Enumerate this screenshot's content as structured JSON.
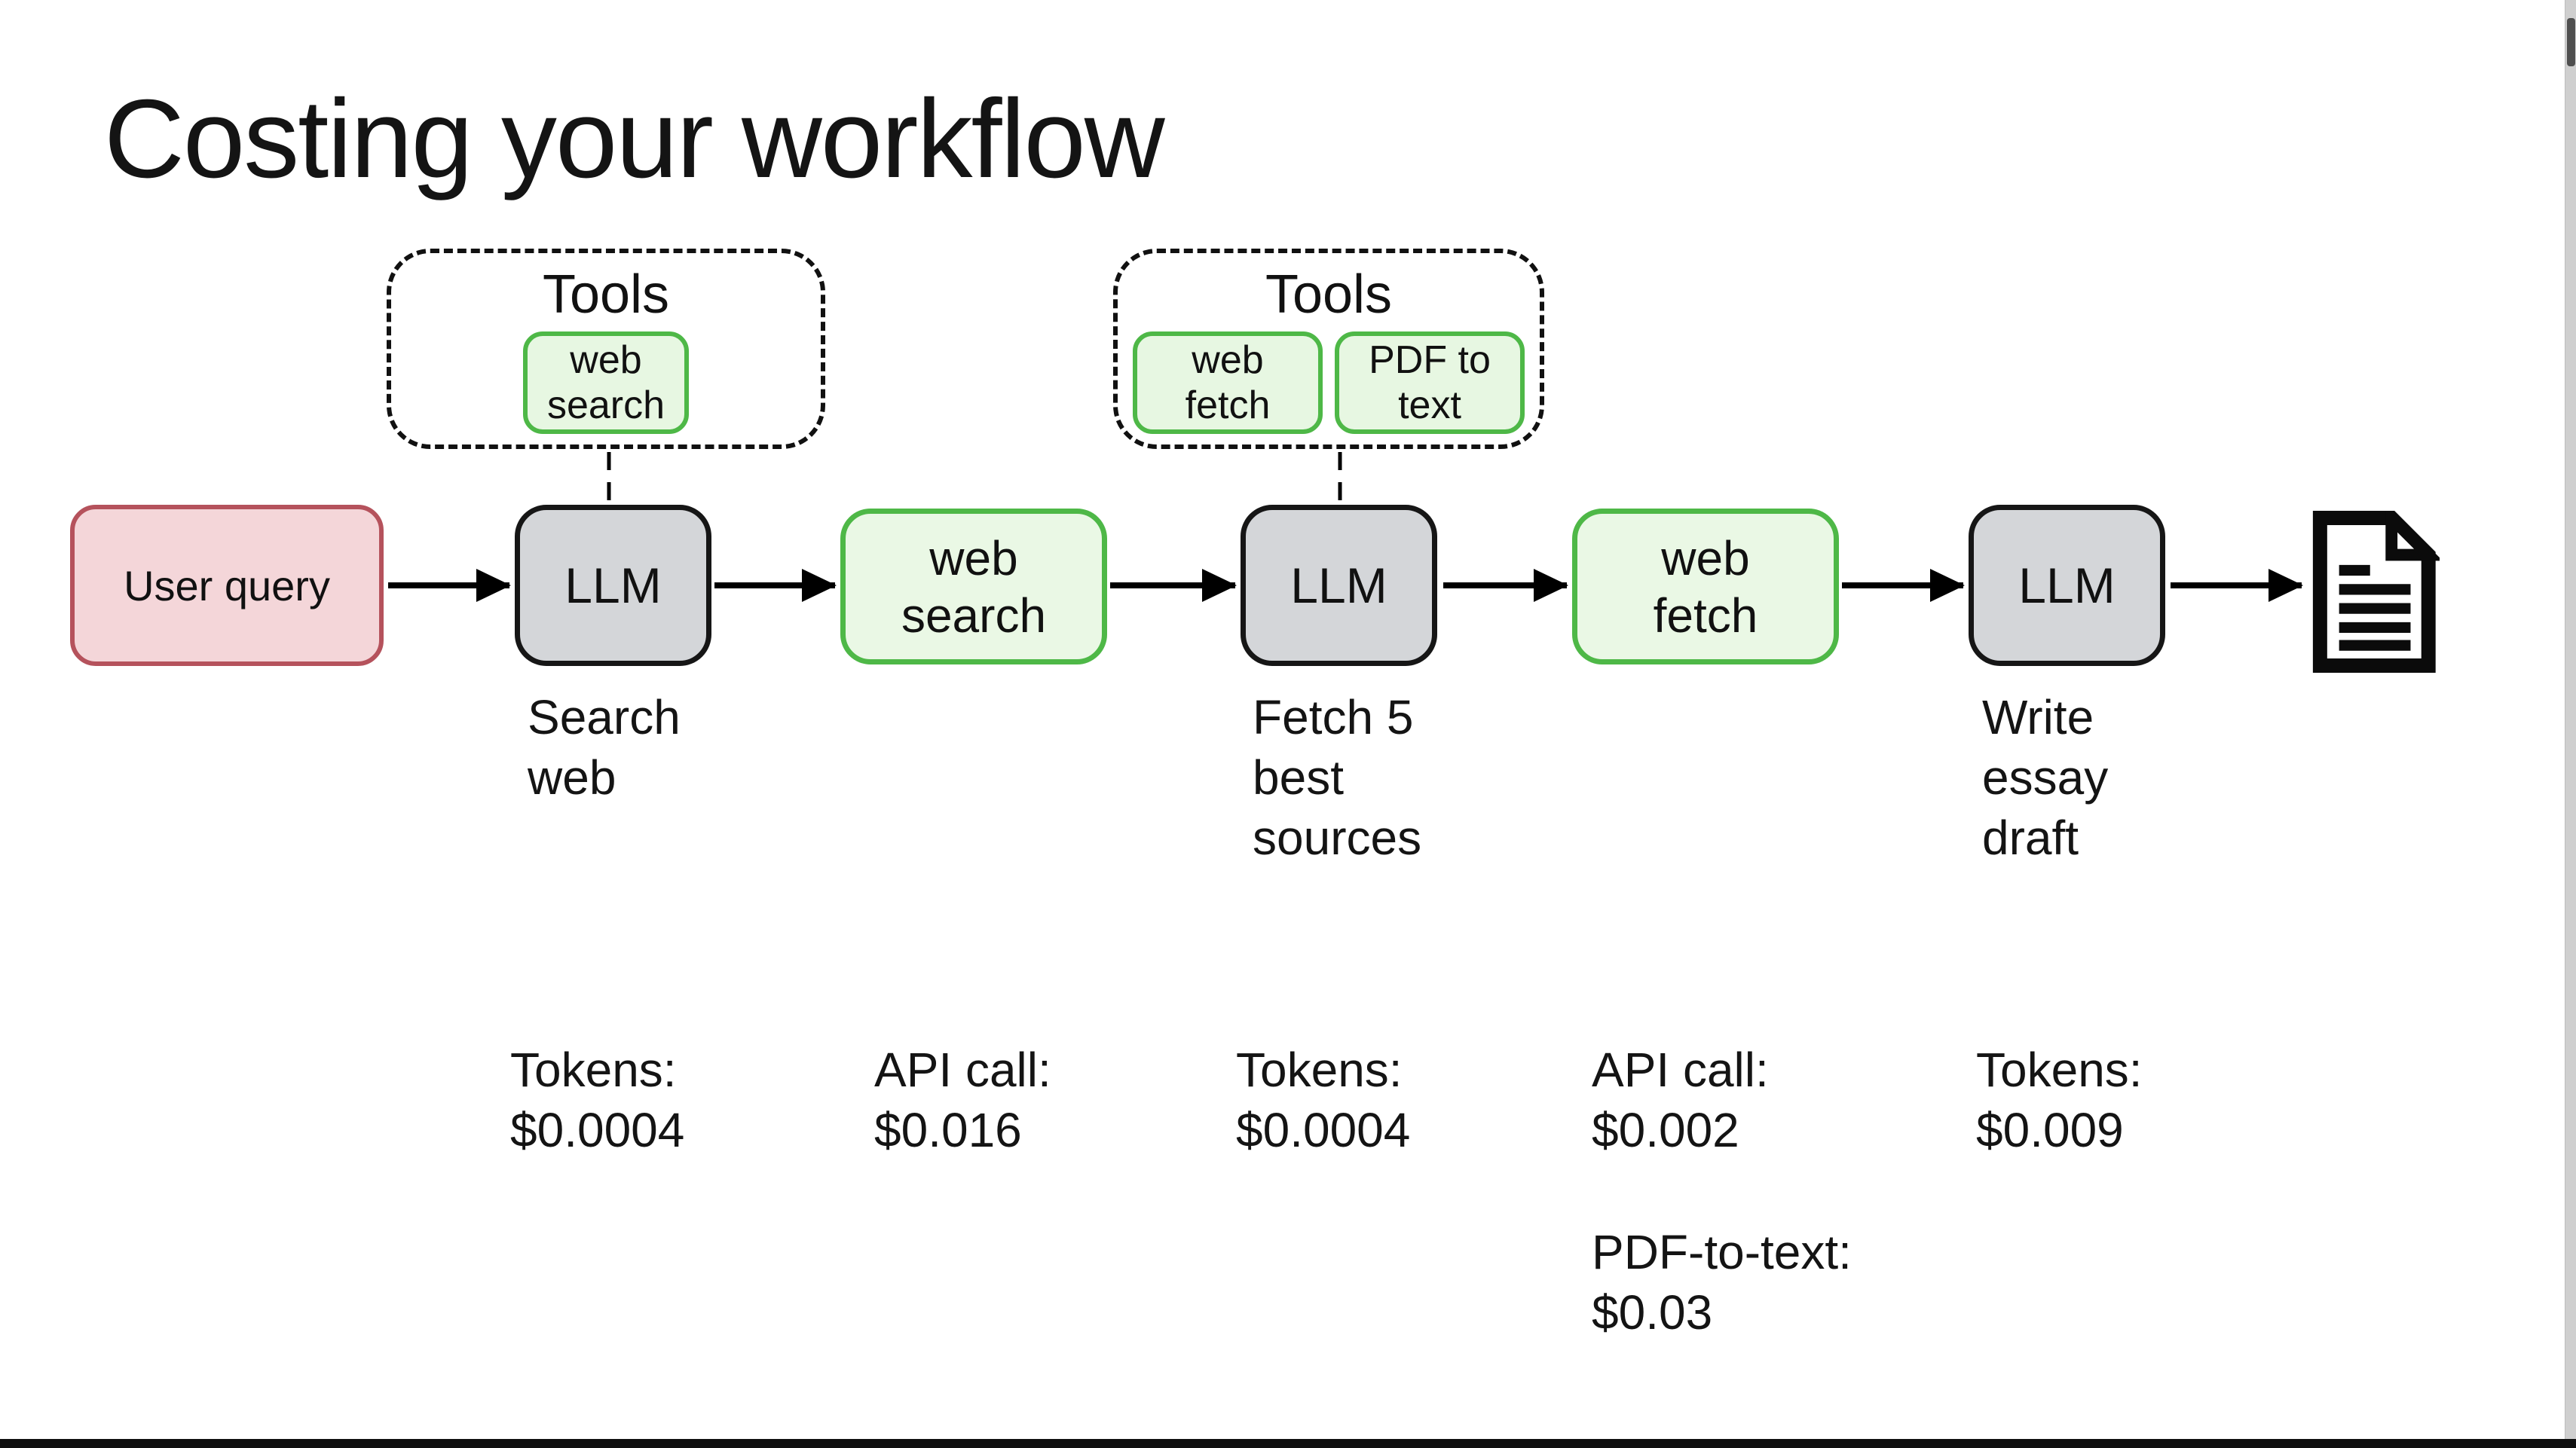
{
  "title": "Costing your workflow",
  "tool_groups": [
    {
      "label": "Tools",
      "tools": [
        {
          "name": "web\nsearch"
        }
      ]
    },
    {
      "label": "Tools",
      "tools": [
        {
          "name": "web\nfetch"
        },
        {
          "name": "PDF to\ntext"
        }
      ]
    }
  ],
  "nodes": {
    "user_query": {
      "label": "User query"
    },
    "llm1": {
      "label": "LLM"
    },
    "web_search": {
      "label": "web\nsearch"
    },
    "llm2": {
      "label": "LLM"
    },
    "web_fetch": {
      "label": "web\nfetch"
    },
    "llm3": {
      "label": "LLM"
    }
  },
  "captions": {
    "llm1": "Search\nweb",
    "llm2": "Fetch 5\nbest\nsources",
    "llm3": "Write\nessay\ndraft"
  },
  "costs": {
    "llm1": "Tokens:\n$0.0004",
    "web_search": "API call:\n$0.016",
    "llm2": "Tokens:\n$0.0004",
    "web_fetch": "API call:\n$0.002",
    "llm3": "Tokens:\n$0.009",
    "pdf_to_text": "PDF-to-text:\n$0.03"
  },
  "output_icon": "document-icon",
  "colors": {
    "user_query_fill": "#f4d6d9",
    "user_query_border": "#b5525c",
    "llm_fill": "#d4d6d9",
    "llm_border": "#161616",
    "tool_fill": "#e7f7e2",
    "tool_border": "#4eb847",
    "arrow": "#000000"
  }
}
